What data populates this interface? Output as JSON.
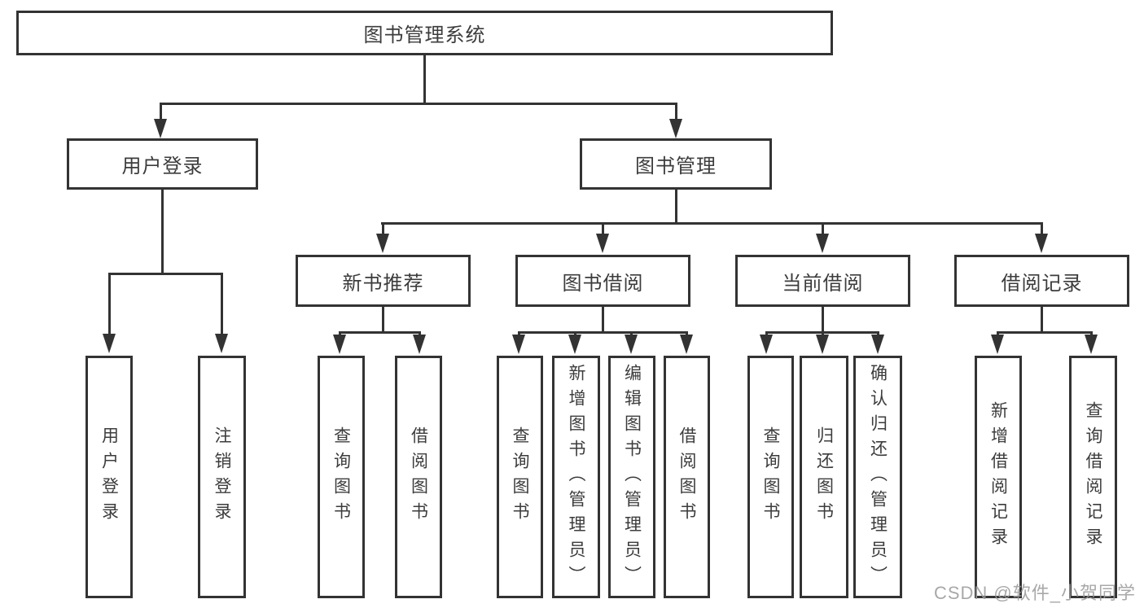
{
  "diagram_title": "图书管理系统",
  "nodes": {
    "root": "图书管理系统",
    "l1": [
      "用户登录",
      "图书管理"
    ],
    "l2": [
      "新书推荐",
      "图书借阅",
      "当前借阅",
      "借阅记录"
    ],
    "l3_login": [
      "用户登录",
      "注销登录"
    ],
    "l3_newbook": [
      "查询图书",
      "借阅图书"
    ],
    "l3_borrow": [
      "查询图书",
      "新增图书（管理员）",
      "编辑图书（管理员）",
      "借阅图书"
    ],
    "l3_current": [
      "查询图书",
      "归还图书",
      "确认归还（管理员）"
    ],
    "l3_records": [
      "新增借阅记录",
      "查询借阅记录"
    ]
  },
  "watermark": "CSDN @软件_小贺同学",
  "colors": {
    "line": "#333333",
    "text": "#3c3c3c",
    "watermark": "#9a9a9a",
    "background": "#ffffff"
  }
}
